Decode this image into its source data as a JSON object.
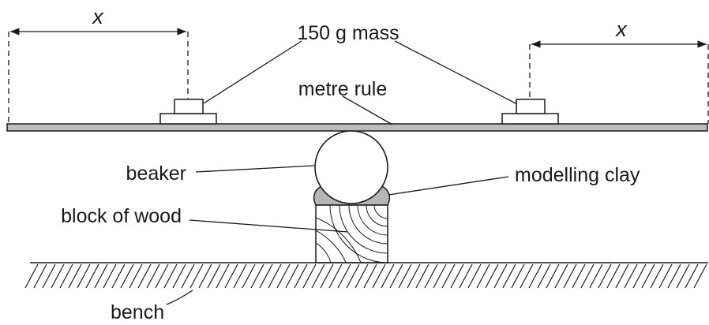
{
  "labels": {
    "distance_left": "x",
    "distance_right": "x",
    "mass": "150 g mass",
    "metre_rule": "metre rule",
    "beaker": "beaker",
    "modelling_clay": "modelling clay",
    "block_of_wood": "block of wood",
    "bench": "bench"
  },
  "colors": {
    "ink": "#1a1a1a",
    "rule_fill": "#bdbdbd",
    "clay_fill": "#b5b5b5",
    "background": "#ffffff"
  }
}
